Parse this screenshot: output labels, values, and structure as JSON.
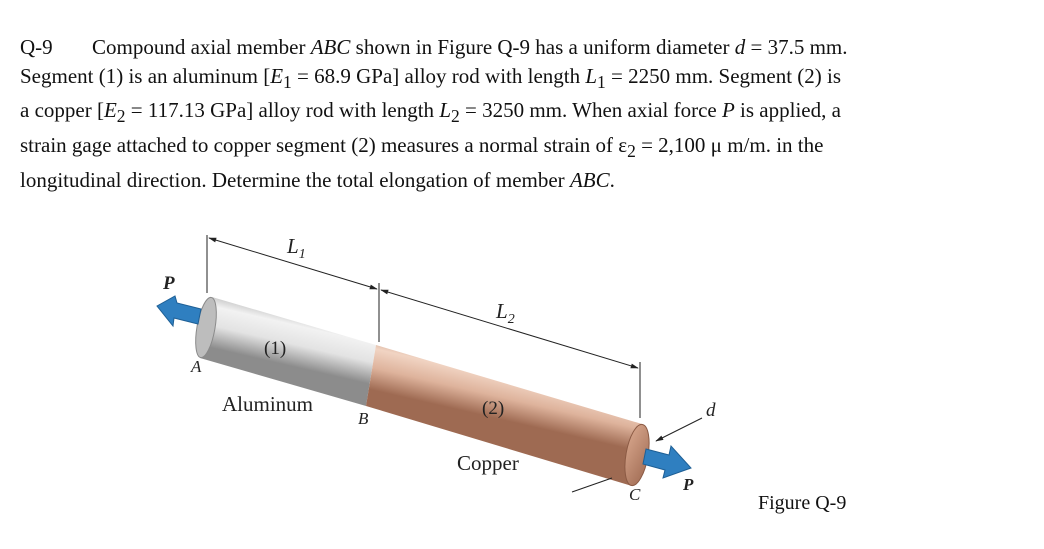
{
  "problem": {
    "number": "Q-9",
    "line1": {
      "text_a": "Compound axial member ",
      "member": "ABC",
      "text_b": " shown in Figure Q-9 has a uniform diameter ",
      "var_d": "d",
      "text_c": " = 37.5 mm."
    },
    "line2": {
      "text_a": "Segment (1) is an aluminum [",
      "var_E1": "E",
      "sub_E1": "1",
      "text_b": " = 68.9 GPa] alloy rod with length ",
      "var_L1": "L",
      "sub_L1": "1",
      "text_c": " = 2250 mm. Segment (2) is"
    },
    "line3": {
      "text_a": "a copper [",
      "var_E2": "E",
      "sub_E2": "2",
      "text_b": " = 117.13 GPa] alloy rod with length ",
      "var_L2": "L",
      "sub_L2": "2",
      "text_c": " = 3250 mm. When axial force ",
      "var_P": "P",
      "text_d": " is applied, a"
    },
    "line4": {
      "text_a": "strain gage attached to copper segment (2) measures a normal strain of ε",
      "sub_eps": "2",
      "text_b": " = 2,100 μ m/m. in the"
    },
    "line5": {
      "text_a": "longitudinal direction. Determine the total elongation of member ",
      "member": "ABC",
      "text_b": "."
    }
  },
  "figure": {
    "label_L1": "L",
    "label_L1_sub": "1",
    "label_L2": "L",
    "label_L2_sub": "2",
    "label_P_left": "P",
    "label_P_right": "P",
    "label_A": "A",
    "label_B": "B",
    "label_C": "C",
    "label_d": "d",
    "label_seg1": "(1)",
    "label_seg2": "(2)",
    "label_aluminum": "Aluminum",
    "label_copper": "Copper",
    "caption": "Figure Q-9",
    "colors": {
      "aluminum_light": "#f2f2f2",
      "aluminum_dark": "#9a9a9a",
      "copper_light": "#f1d4c3",
      "copper_dark": "#b07a60",
      "arrow": "#2f7fc0"
    }
  }
}
